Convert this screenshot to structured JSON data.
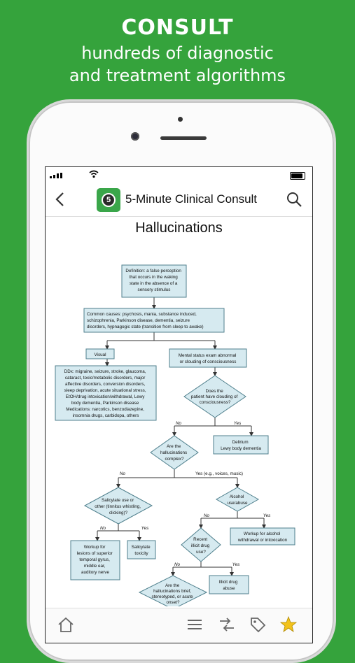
{
  "promo": {
    "title": "CONSULT",
    "subtitle_line1": "hundreds of diagnostic",
    "subtitle_line2": "and treatment algorithms"
  },
  "header": {
    "app_title": "5-Minute Clinical Consult",
    "app_icon_digit": "5",
    "back_icon": "chevron-left-icon",
    "search_icon": "search-icon"
  },
  "page": {
    "title": "Hallucinations"
  },
  "flowchart": {
    "definition": [
      "Definition: a false perception",
      "that occurs in the waking",
      "state in the absence of a",
      "sensory stimulus"
    ],
    "causes": [
      "Common causes: psychosis, mania, substance induced,",
      "schizophrenia, Parkinson disease, dementia, seizure",
      "disorders, hypnagogic state (transition from sleep to awake)"
    ],
    "visual": "Visual",
    "mental_status": [
      "Mental status exam abnormal",
      "or clouding of consciousness"
    ],
    "ddx": [
      "DDx: migraine, seizure, stroke, glaucoma,",
      "cataract, toxic/metabolic disorders, major",
      "affective disorders, conversion disorders,",
      "sleep deprivation, acute situational stress,",
      "EtOH/drug intoxication/withdrawal, Lewy",
      "body dementia, Parkinson disease",
      "Medications: narcotics, benzodiazepine,",
      "insomnia drugs, carbidopa, others"
    ],
    "clouding_q": [
      "Does the",
      "patient have clouding of",
      "consciousness?"
    ],
    "no": "No",
    "yes": "Yes",
    "delirium": [
      "Delirium",
      "Lewy body dementia"
    ],
    "complex_q": [
      "Are the",
      "hallucinations",
      "complex?"
    ],
    "yes_voices": "Yes (e.g., voices, music)",
    "salicylate_q": [
      "Salicylate use or",
      "other (tinnitus whistling,",
      "clicking)?"
    ],
    "alcohol_q": [
      "Alcohol",
      "use/abuse"
    ],
    "workup_lesions": [
      "Workup for",
      "lesions of superior",
      "temporal gyrus,",
      "middle ear,",
      "auditory nerve"
    ],
    "salicylate_tox": [
      "Salicylate",
      "toxicity"
    ],
    "workup_alcohol": [
      "Workup for alcohol",
      "withdrawal or intoxication"
    ],
    "illicit_q": [
      "Recent",
      "illicit drug",
      "use?"
    ],
    "illicit_abuse": [
      "Illicit drug",
      "abuse"
    ],
    "brief_q": [
      "Are the",
      "hallucinations brief,",
      "stereotyped, or acute",
      "onset?"
    ]
  },
  "tabbar": {
    "items": [
      "home-icon",
      "menu-icon",
      "shuffle-icon",
      "tag-icon",
      "star-icon"
    ]
  },
  "colors": {
    "background": "#35a33c",
    "box_fill": "#d6eaf0",
    "box_stroke": "#4f7f8c",
    "app_icon": "#3aa64a",
    "star": "#f2c21b"
  }
}
